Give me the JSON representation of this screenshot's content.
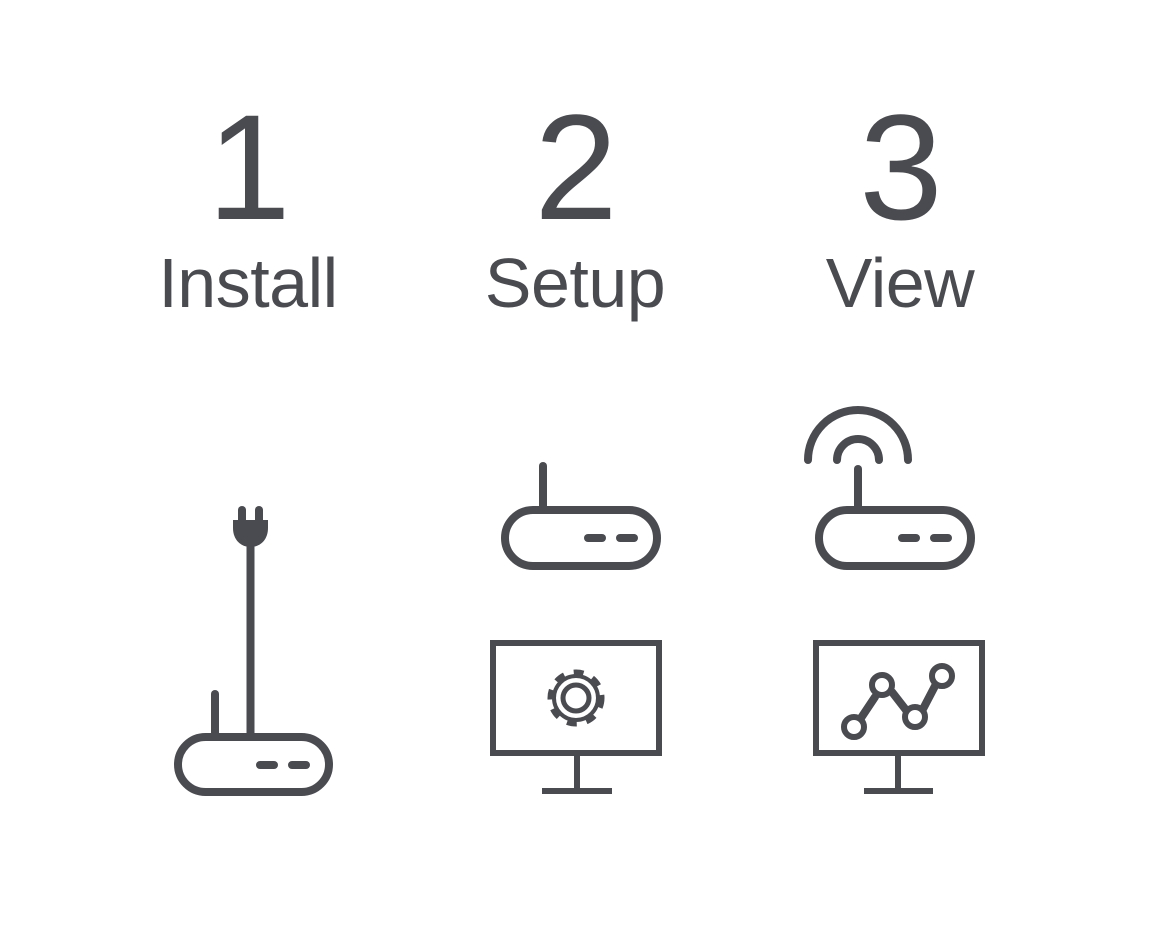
{
  "steps": [
    {
      "number": "1",
      "title": "Install",
      "icon": "router-with-power-plug"
    },
    {
      "number": "2",
      "title": "Setup",
      "icons": [
        "router",
        "monitor-gear"
      ]
    },
    {
      "number": "3",
      "title": "View",
      "icons": [
        "router-wireless",
        "monitor-line-chart"
      ]
    }
  ],
  "colors": {
    "icon": "#4a4b50",
    "background": "#ffffff"
  }
}
